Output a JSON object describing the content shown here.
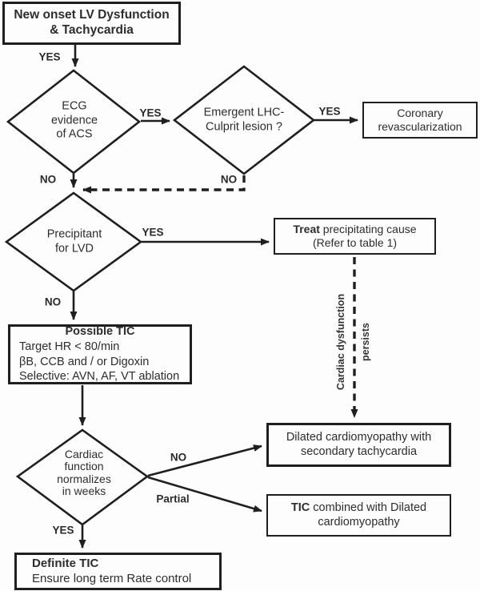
{
  "colors": {
    "stroke": "#1f1f1f",
    "text": "#2d2d2d",
    "background": "#fdfdfd"
  },
  "nodes": {
    "new_onset": {
      "line1": "New onset LV Dysfunction",
      "line2": "& Tachycardia"
    },
    "ecg": {
      "line1": "ECG",
      "line2": "evidence",
      "line3": "of ACS"
    },
    "lhc": {
      "line1": "Emergent LHC-",
      "line2": "Culprit lesion ?"
    },
    "coronary": {
      "line1": "Coronary",
      "line2": "revascularization"
    },
    "precipitant": {
      "line1": "Precipitant",
      "line2": "for LVD"
    },
    "treat": {
      "bold": "Treat",
      "line1_rest": " precipitating cause",
      "line2": "(Refer to table 1)"
    },
    "possible_tic": {
      "line1": "Possible TIC",
      "line2": "Target HR < 80/min",
      "line3": "βB, CCB and / or Digoxin",
      "line4": "Selective: AVN, AF, VT ablation"
    },
    "cardiac_fn": {
      "line1": "Cardiac",
      "line2": "function",
      "line3": "normalizes",
      "line4": "in weeks"
    },
    "dilated": {
      "line1": "Dilated cardiomyopathy with",
      "line2": "secondary tachycardia"
    },
    "tic_combined": {
      "bold": "TIC",
      "line1_rest": " combined with Dilated",
      "line2": "cardiomyopathy"
    },
    "definite": {
      "line1": "Definite TIC",
      "line2": "Ensure long term Rate control"
    }
  },
  "labels": {
    "yes_top": "YES",
    "yes_ecg": "YES",
    "no_ecg": "NO",
    "yes_lhc": "YES",
    "no_lhc": "NO",
    "yes_precipitant": "YES",
    "no_precipitant": "NO",
    "no_cardiac": "NO",
    "partial": "Partial",
    "yes_cardiac": "YES",
    "persist_line1": "Cardiac dysfunction",
    "persist_line2": "persists"
  }
}
